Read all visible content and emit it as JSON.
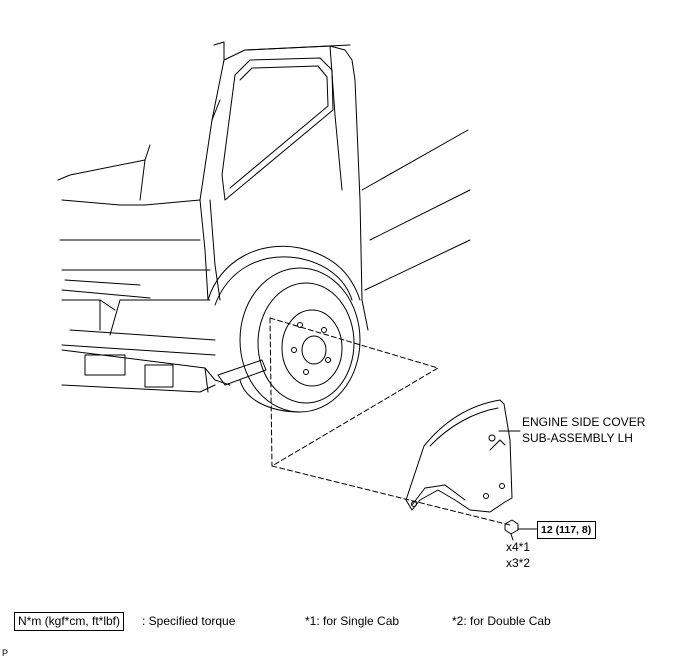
{
  "part_label": {
    "line1": "ENGINE SIDE COVER",
    "line2": "SUB-ASSEMBLY LH"
  },
  "torque": {
    "value": "12 (117, 8)"
  },
  "bolt_qty": {
    "single": "x4*1",
    "double": "x3*2"
  },
  "legend": {
    "unit_box": "N*m (kgf*cm, ft*lbf)",
    "unit_desc": ": Specified torque",
    "note1": "*1: for Single Cab",
    "note2": "*2: for Double Cab"
  },
  "corner_code": "P"
}
